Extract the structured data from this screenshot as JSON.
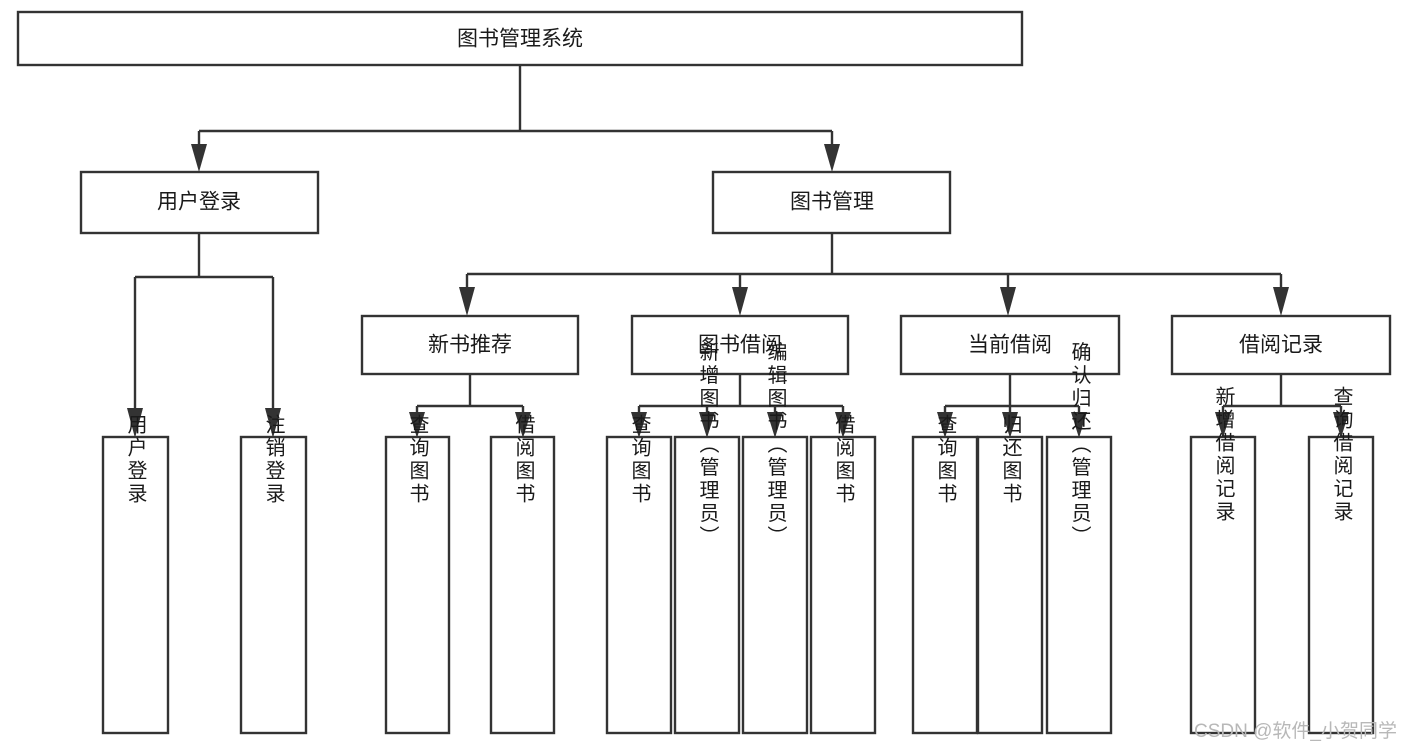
{
  "diagram": {
    "type": "tree",
    "title": "图书管理系统",
    "watermark": "CSDN @软件_小贺同学",
    "root": {
      "label": "图书管理系统"
    },
    "level2": [
      {
        "label": "用户登录"
      },
      {
        "label": "图书管理"
      }
    ],
    "level3": [
      {
        "label": "新书推荐"
      },
      {
        "label": "图书借阅"
      },
      {
        "label": "当前借阅"
      },
      {
        "label": "借阅记录"
      }
    ],
    "leaves": {
      "user_login": [
        {
          "label": "用户登录"
        },
        {
          "label": "注销登录"
        }
      ],
      "new_book_recommend": [
        {
          "label": "查询图书"
        },
        {
          "label": "借阅图书"
        }
      ],
      "book_borrow": [
        {
          "label": "查询图书"
        },
        {
          "label": "新增图书（管理员）"
        },
        {
          "label": "编辑图书（管理员）"
        },
        {
          "label": "借阅图书"
        }
      ],
      "current_borrow": [
        {
          "label": "查询图书"
        },
        {
          "label": "归还图书"
        },
        {
          "label": "确认归还（管理员）"
        }
      ],
      "borrow_record": [
        {
          "label": "新增借阅记录"
        },
        {
          "label": "查询借阅记录"
        }
      ]
    },
    "colors": {
      "stroke": "#333333",
      "fill": "#ffffff",
      "text": "#1a1a1a",
      "watermark": "#b8b8b8"
    }
  }
}
